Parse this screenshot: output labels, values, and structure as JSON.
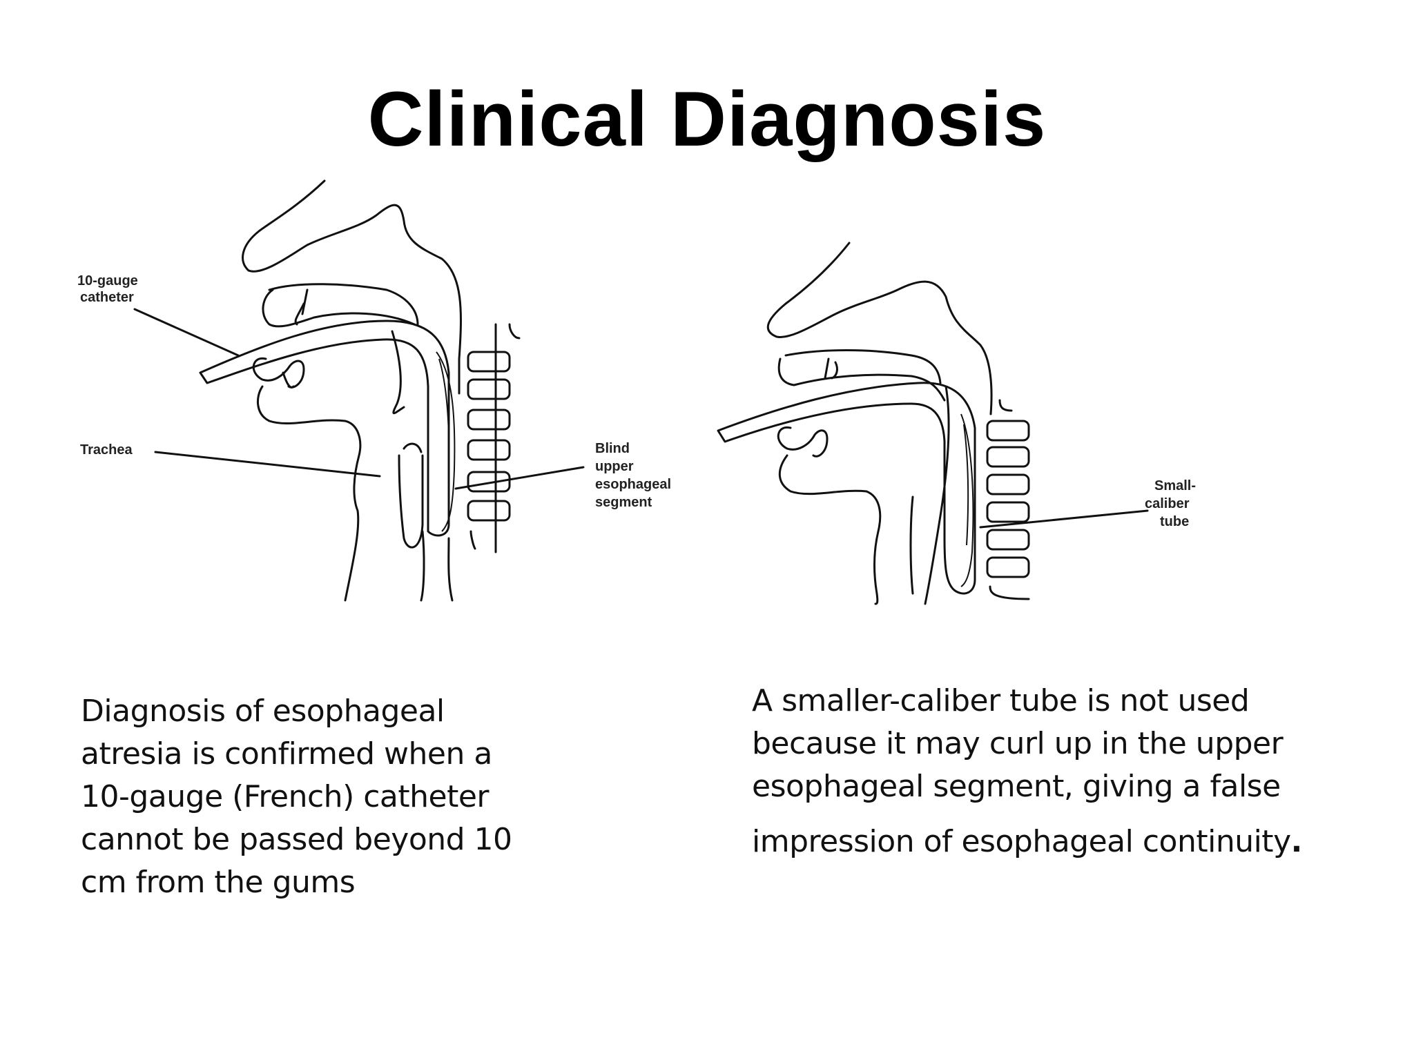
{
  "slide": {
    "title": "Clinical Diagnosis"
  },
  "figure_left": {
    "labels": {
      "catheter_line1": "10-gauge",
      "catheter_line2": "catheter",
      "trachea": "Trachea",
      "blind_line1": "Blind",
      "blind_line2": "upper",
      "blind_line3": "esophageal",
      "blind_line4": "segment"
    }
  },
  "figure_right": {
    "labels": {
      "tube_line1": "Small-",
      "tube_line2": "caliber",
      "tube_line3": "tube"
    }
  },
  "text_left": {
    "lines": [
      "Diagnosis of esophageal",
      "atresia is confirmed when a",
      "10-gauge (French) catheter",
      "cannot be passed beyond 10",
      "cm from the gums"
    ]
  },
  "text_right": {
    "lines": [
      "A smaller-caliber tube is not used",
      "because it may curl up in the upper",
      "esophageal segment, giving a false",
      "impression of esophageal continuity"
    ],
    "terminal_punctuation": "."
  }
}
